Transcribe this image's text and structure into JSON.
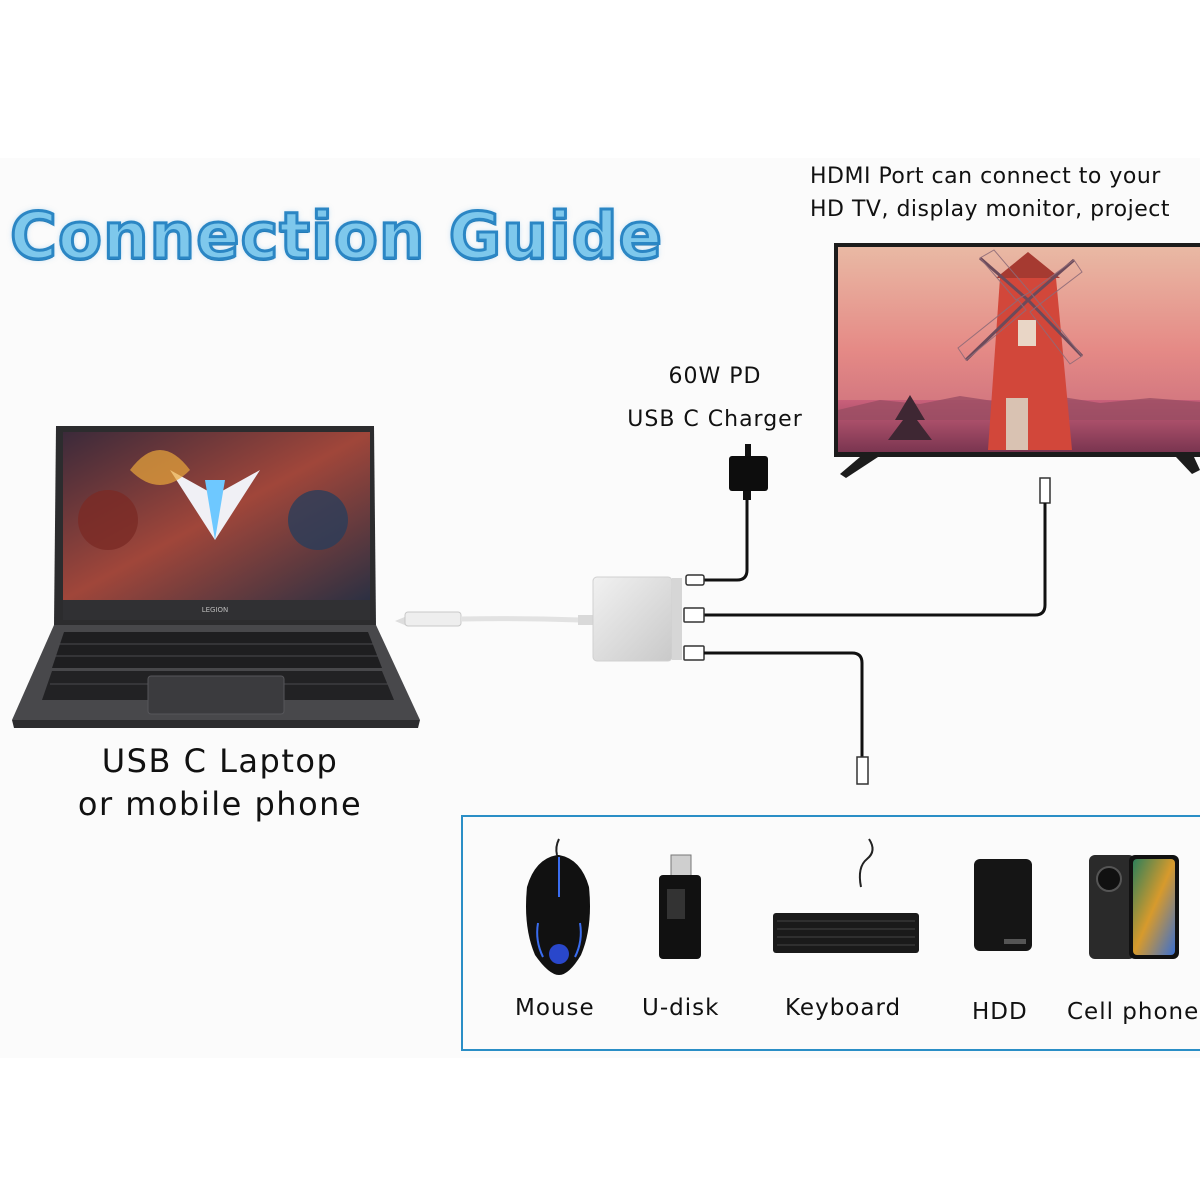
{
  "title": "Connection Guide",
  "hdmi_note": {
    "line1": "HDMI Port can connect to your",
    "line2": "HD TV, display monitor, project"
  },
  "charger": {
    "line1": "60W PD",
    "line2": "USB C Charger"
  },
  "laptop": {
    "line1": "USB C Laptop",
    "line2": "or mobile phone",
    "brand": "LEGION"
  },
  "devices": [
    "Mouse",
    "U-disk",
    "Keyboard",
    "HDD",
    "Cell phone"
  ],
  "colors": {
    "title_fill": "#7ec8ec",
    "title_stroke": "#2b86c4",
    "box_border": "#2a8ec6"
  }
}
